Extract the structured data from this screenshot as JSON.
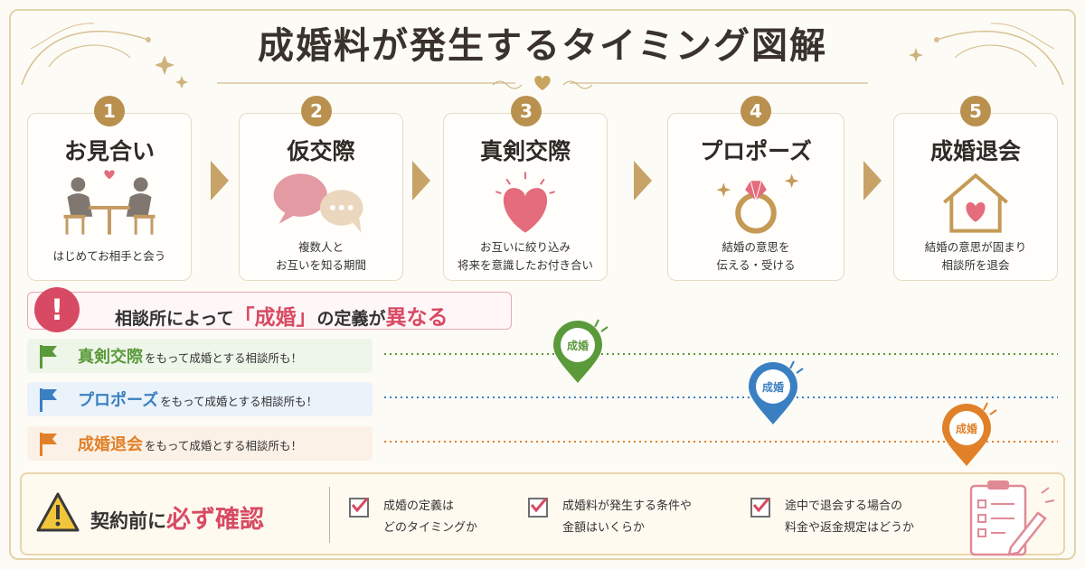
{
  "title": "成婚料が発生するタイミング図解",
  "steps": [
    {
      "num": "1",
      "title": "お見合い",
      "desc": "はじめてお相手と会う",
      "icon": "meeting-couple-icon"
    },
    {
      "num": "2",
      "title": "仮交際",
      "desc": "複数人と\nお互いを知る期間",
      "icon": "speech-bubbles-icon"
    },
    {
      "num": "3",
      "title": "真剣交際",
      "desc": "お互いに絞り込み\n将来を意識したお付き合い",
      "icon": "heart-icon"
    },
    {
      "num": "4",
      "title": "プロポーズ",
      "desc": "結婚の意思を\n伝える・受ける",
      "icon": "ring-icon"
    },
    {
      "num": "5",
      "title": "成婚退会",
      "desc": "結婚の意思が固まり\n相談所を退会",
      "icon": "house-heart-icon"
    }
  ],
  "notice": {
    "mark": "!",
    "prefix": "相談所によって",
    "highlight": "「成婚」",
    "mid": "の定義が",
    "highlight2": "異なる"
  },
  "definitions": [
    {
      "label": "真剣交際",
      "rest": "をもって成婚とする相談所も！",
      "pin": "成婚",
      "color": "#5a9a3a",
      "bg": "#eef6ea"
    },
    {
      "label": "プロポーズ",
      "rest": "をもって成婚とする相談所も！",
      "pin": "成婚",
      "color": "#3a7fc2",
      "bg": "#eaf2fa"
    },
    {
      "label": "成婚退会",
      "rest": "をもって成婚とする相談所も！",
      "pin": "成婚",
      "color": "#e0812a",
      "bg": "#fcf1e6"
    }
  ],
  "confirm": {
    "prefix": "契約前に",
    "highlight": "必ず確認",
    "items": [
      "成婚の定義は\nどのタイミングか",
      "成婚料が発生する条件や\n金額はいくらか",
      "途中で退会する場合の\n料金や返金規定はどうか"
    ]
  },
  "colors": {
    "gold": "#b9904e",
    "pink": "#d84a63",
    "heart": "#e46c7c"
  }
}
